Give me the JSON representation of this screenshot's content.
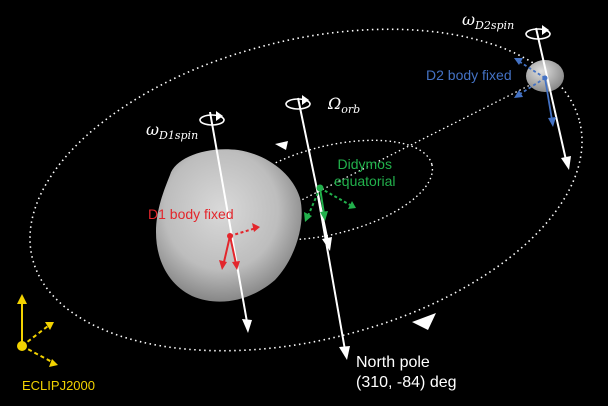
{
  "labels": {
    "d2_spin": {
      "symbol": "ω",
      "sub": "D2spin"
    },
    "d1_spin": {
      "symbol": "ω",
      "sub": "D1spin"
    },
    "orbit": {
      "symbol": "Ω",
      "sub": "orb"
    },
    "d2_frame": "D2 body fixed",
    "d1_frame": "D1 body fixed",
    "didymos_equatorial_line1": "Didymos",
    "didymos_equatorial_line2": "equatorial",
    "north_pole_line1": "North pole",
    "north_pole_line2": "(310, -84) deg",
    "eclipj2000": "ECLIPJ2000"
  },
  "colors": {
    "background": "#000000",
    "white": "#ffffff",
    "d1_red": "#e3262c",
    "d2_blue": "#4472c4",
    "equatorial_green": "#22b14c",
    "ecliptic_yellow": "#f2d200",
    "asteroid_gray": "#b5b5b5"
  }
}
